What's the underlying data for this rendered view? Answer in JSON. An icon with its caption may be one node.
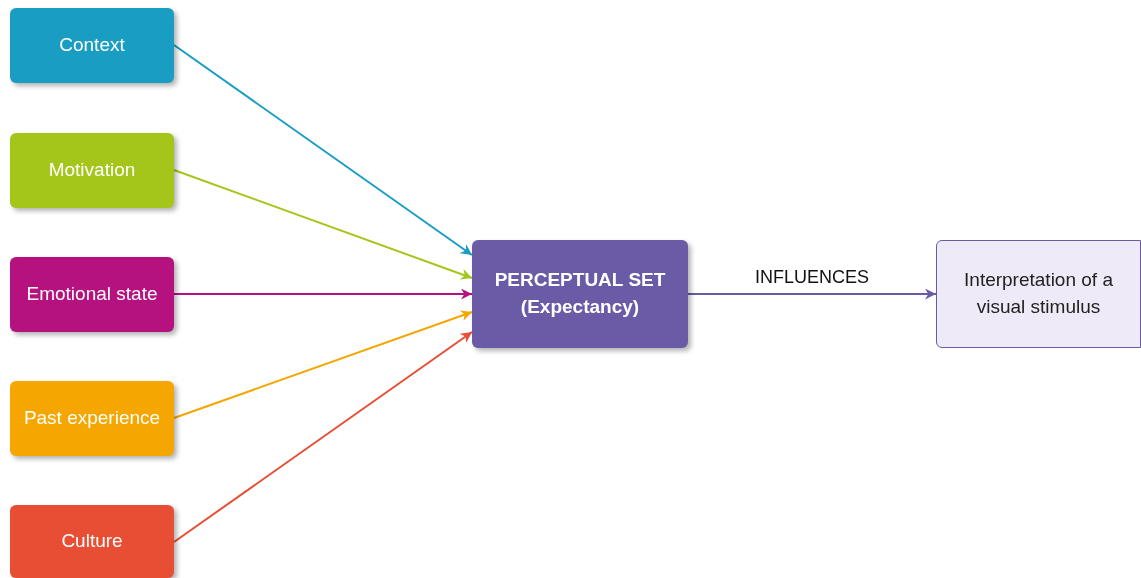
{
  "diagram": {
    "nodes": [
      {
        "text": [
          "Context"
        ]
      },
      {
        "text": [
          "Motivation"
        ]
      },
      {
        "text": [
          "Emotional state"
        ]
      },
      {
        "text": [
          "Past experience"
        ]
      },
      {
        "text": [
          "Culture"
        ]
      },
      {
        "text": [
          "PERCEPTUAL SET (Expectancy)"
        ]
      },
      {
        "text": [
          "Interpretation of a visual stimulus"
        ]
      }
    ],
    "edges": [
      {
        "from": 0,
        "to": 5,
        "arrow": "to",
        "color": "#1a9dc3"
      },
      {
        "from": 1,
        "to": 5,
        "arrow": "to",
        "color": "#a4c61a"
      },
      {
        "from": 2,
        "to": 5,
        "arrow": "to",
        "color": "#b5127f"
      },
      {
        "from": 3,
        "to": 5,
        "arrow": "to",
        "color": "#f5a600"
      },
      {
        "from": 4,
        "to": 5,
        "arrow": "to",
        "color": "#e84e33"
      },
      {
        "from": 5,
        "to": 6,
        "arrow": "to",
        "label": "INFLUENCES",
        "color": "#6b5ba6"
      }
    ]
  }
}
